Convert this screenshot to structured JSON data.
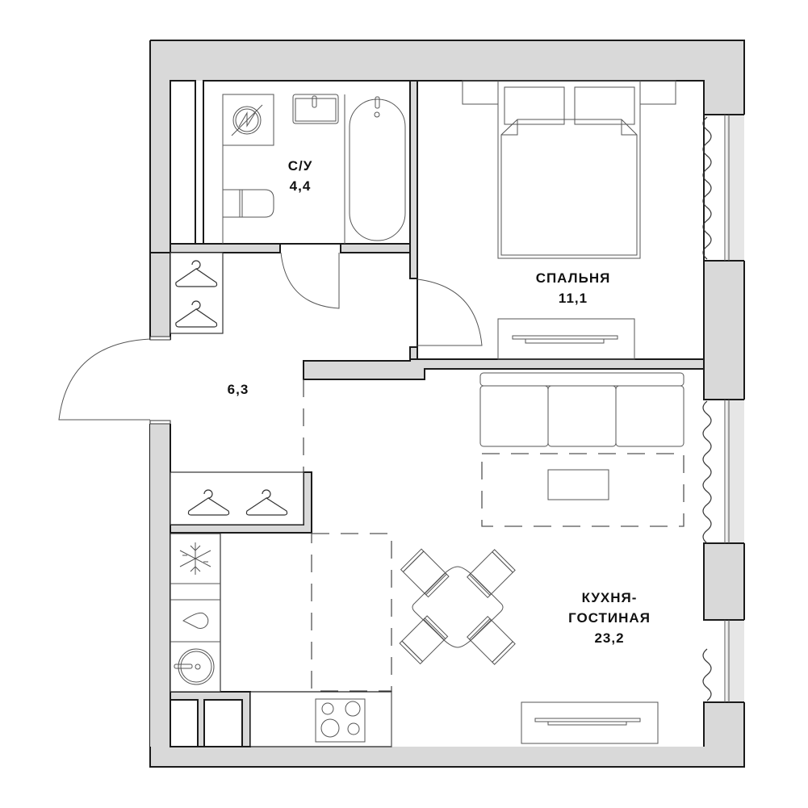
{
  "plan": {
    "colors": {
      "wall": "#d9d9d9",
      "outline": "#1a1a1a",
      "background": "#ffffff"
    },
    "rooms": [
      {
        "id": "bathroom",
        "name": "С/У",
        "area": "4,4"
      },
      {
        "id": "bedroom",
        "name": "СПАЛЬНЯ",
        "area": "11,1"
      },
      {
        "id": "hallway",
        "name": "",
        "area": "6,3"
      },
      {
        "id": "kitchen-living",
        "name": "КУХНЯ-",
        "name2": "ГОСТИНАЯ",
        "area": "23,2"
      }
    ],
    "fixtures": [
      "washing-machine",
      "sink",
      "bathtub",
      "toilet",
      "double-bed",
      "nightstands",
      "dresser",
      "sofa",
      "coffee-table",
      "rug",
      "dining-table",
      "chairs",
      "tv-stand",
      "refrigerator",
      "dishwasher",
      "kitchen-sink",
      "cooktop",
      "wardrobe-hangers",
      "curtains",
      "windows"
    ]
  }
}
